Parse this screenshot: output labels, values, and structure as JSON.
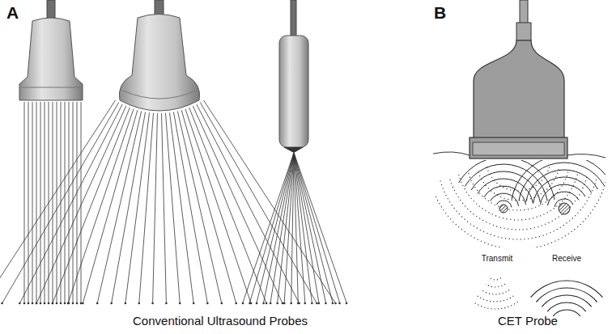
{
  "diagram": {
    "labels": [
      "A",
      "B",
      "Conventional Ultrasound Probes",
      "CET Probe"
    ],
    "legend": [
      {
        "text": "Transmit"
      },
      {
        "text": "Receive"
      }
    ]
  }
}
